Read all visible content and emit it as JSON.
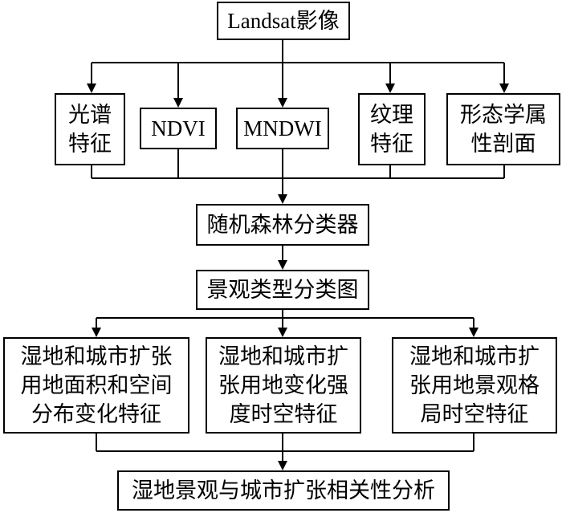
{
  "nodes": {
    "source": "Landsat影像",
    "spectral": "光谱\n特征",
    "ndvi": "NDVI",
    "mndwi": "MNDWI",
    "texture": "纹理\n特征",
    "morphology": "形态学属\n性剖面",
    "classifier": "随机森林分类器",
    "landscape_map": "景观类型分类图",
    "wetland_urban_spatial": "湿地和城市扩张\n用地面积和空间\n分布变化特征",
    "wetland_urban_intensity": "湿地和城市扩\n张用地变化强\n度时空特征",
    "wetland_urban_pattern": "湿地和城市扩\n张用地景观格\n局时空特征",
    "correlation": "湿地景观与城市扩张相关性分析"
  }
}
